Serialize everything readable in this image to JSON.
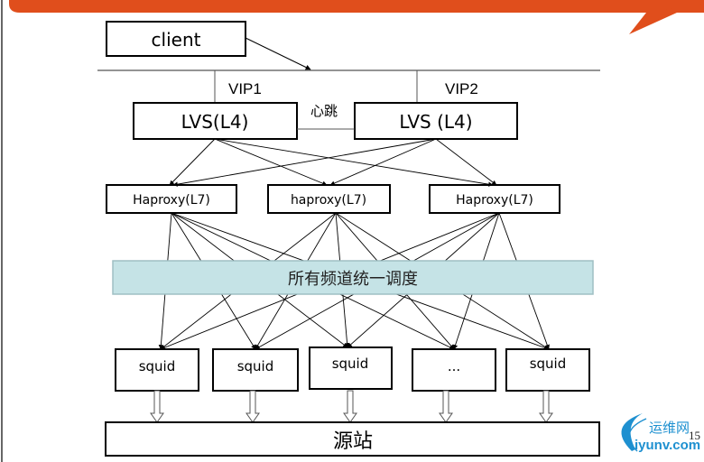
{
  "header": {
    "bar_color": "#e04e1c"
  },
  "diagram": {
    "client": {
      "label": "client"
    },
    "vips": [
      {
        "label": "VIP1"
      },
      {
        "label": "VIP2"
      }
    ],
    "lvs": [
      {
        "label": "LVS(L4)"
      },
      {
        "label": "LVS (L4)"
      }
    ],
    "heartbeat_label": "心跳",
    "haproxy": [
      {
        "label": "Haproxy(L7)"
      },
      {
        "label": "haproxy(L7)"
      },
      {
        "label": "Haproxy(L7)"
      }
    ],
    "scheduler_band": {
      "label": "所有频道统一调度",
      "fill": "#c5e3e6"
    },
    "caches": [
      {
        "label": "squid"
      },
      {
        "label": "squid"
      },
      {
        "label": "squid"
      },
      {
        "label": "..."
      },
      {
        "label": "squid"
      }
    ],
    "origin": {
      "label": "源站"
    },
    "edges": {
      "lvs_to_haproxy": "each LVS connects to all 3 haproxy nodes",
      "haproxy_to_caches": "each haproxy connects to all 5 cache nodes",
      "caches_to_origin": "each cache connects down to origin"
    }
  },
  "watermark": {
    "brand_cn": "运维网",
    "brand_url": "iyunv.com",
    "color": "#1e90d0"
  },
  "page_number": "15"
}
